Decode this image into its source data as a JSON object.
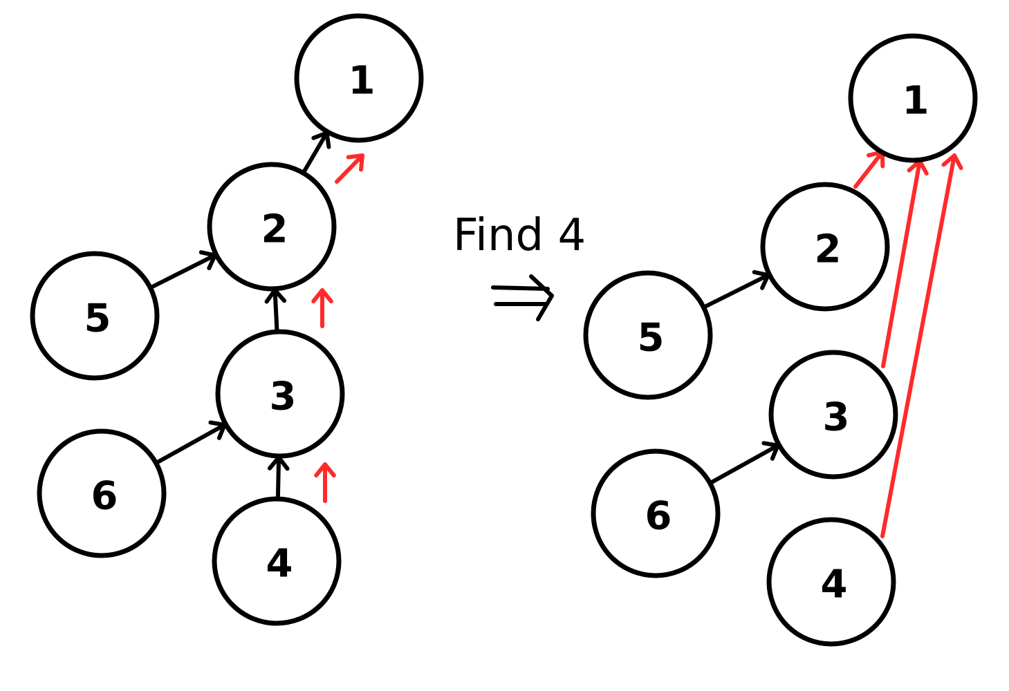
{
  "caption": "Find 4",
  "colors": {
    "node_stroke": "#000000",
    "parent_edge": "#000000",
    "highlight": "#ff2a2a"
  },
  "before": {
    "nodes": [
      {
        "id": "1",
        "label": "1"
      },
      {
        "id": "2",
        "label": "2"
      },
      {
        "id": "3",
        "label": "3"
      },
      {
        "id": "4",
        "label": "4"
      },
      {
        "id": "5",
        "label": "5"
      },
      {
        "id": "6",
        "label": "6"
      }
    ],
    "edges": [
      {
        "from": "2",
        "to": "1"
      },
      {
        "from": "5",
        "to": "2"
      },
      {
        "from": "3",
        "to": "2"
      },
      {
        "from": "6",
        "to": "3"
      },
      {
        "from": "4",
        "to": "3"
      }
    ],
    "find_path": [
      "4",
      "3",
      "2",
      "1"
    ]
  },
  "after": {
    "nodes": [
      {
        "id": "1",
        "label": "1"
      },
      {
        "id": "2",
        "label": "2"
      },
      {
        "id": "3",
        "label": "3"
      },
      {
        "id": "4",
        "label": "4"
      },
      {
        "id": "5",
        "label": "5"
      },
      {
        "id": "6",
        "label": "6"
      }
    ],
    "edges": [
      {
        "from": "5",
        "to": "2"
      },
      {
        "from": "6",
        "to": "3"
      }
    ],
    "compressed_edges": [
      {
        "from": "2",
        "to": "1"
      },
      {
        "from": "3",
        "to": "1"
      },
      {
        "from": "4",
        "to": "1"
      }
    ]
  }
}
